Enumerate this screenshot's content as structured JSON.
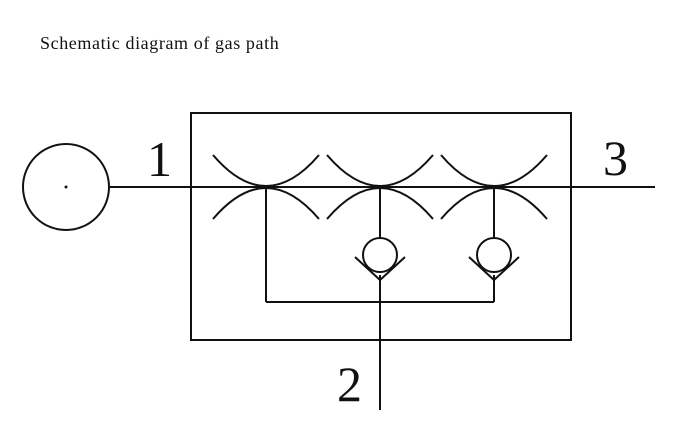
{
  "title": "Schematic diagram of gas path",
  "ports": {
    "inlet": "1",
    "bottom": "2",
    "outlet": "3"
  },
  "stroke_color": "#111111",
  "background_color": "#ffffff"
}
